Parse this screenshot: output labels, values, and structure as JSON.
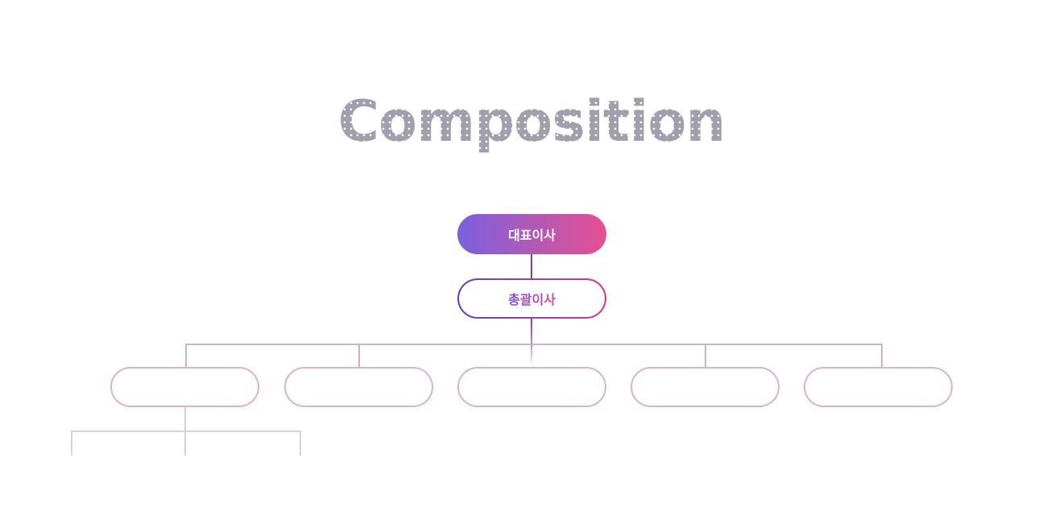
{
  "heading": {
    "title": "Composition"
  },
  "org_chart": {
    "ceo": {
      "label": "대표이사"
    },
    "director": {
      "label": "총괄이사"
    },
    "departments": [
      "",
      "",
      "",
      "",
      ""
    ]
  },
  "colors": {
    "title_gray": "#a19fab",
    "gradient_start": "#7a60e0",
    "gradient_end": "#e64f93",
    "dept_border": "#d5b2d8",
    "connector": "#ccb1d2",
    "sub_connector": "#d4d4d4"
  }
}
